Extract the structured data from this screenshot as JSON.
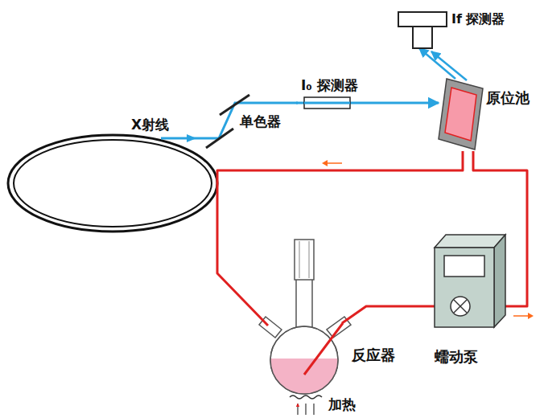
{
  "diagram": {
    "nodes": [
      {
        "text": [
          "单色器"
        ]
      },
      {
        "text": [
          "I₀ 探测器"
        ]
      },
      {
        "text": [
          "原位池"
        ]
      },
      {
        "text": [
          "If 探测器"
        ]
      },
      {
        "text": [
          "反应器"
        ]
      },
      {
        "text": [
          "蠕动泵"
        ]
      }
    ],
    "edges": [
      {
        "from": 0,
        "to": 1,
        "arrow": "none"
      },
      {
        "from": 1,
        "to": 2,
        "arrow": "to"
      },
      {
        "from": 2,
        "to": 3,
        "arrow": "to"
      },
      {
        "from": 2,
        "to": 4,
        "arrow": "none"
      },
      {
        "from": 4,
        "to": 5,
        "arrow": "none"
      },
      {
        "from": 5,
        "to": 2,
        "arrow": "none"
      }
    ],
    "labels": [
      "X射线",
      "加热"
    ]
  }
}
